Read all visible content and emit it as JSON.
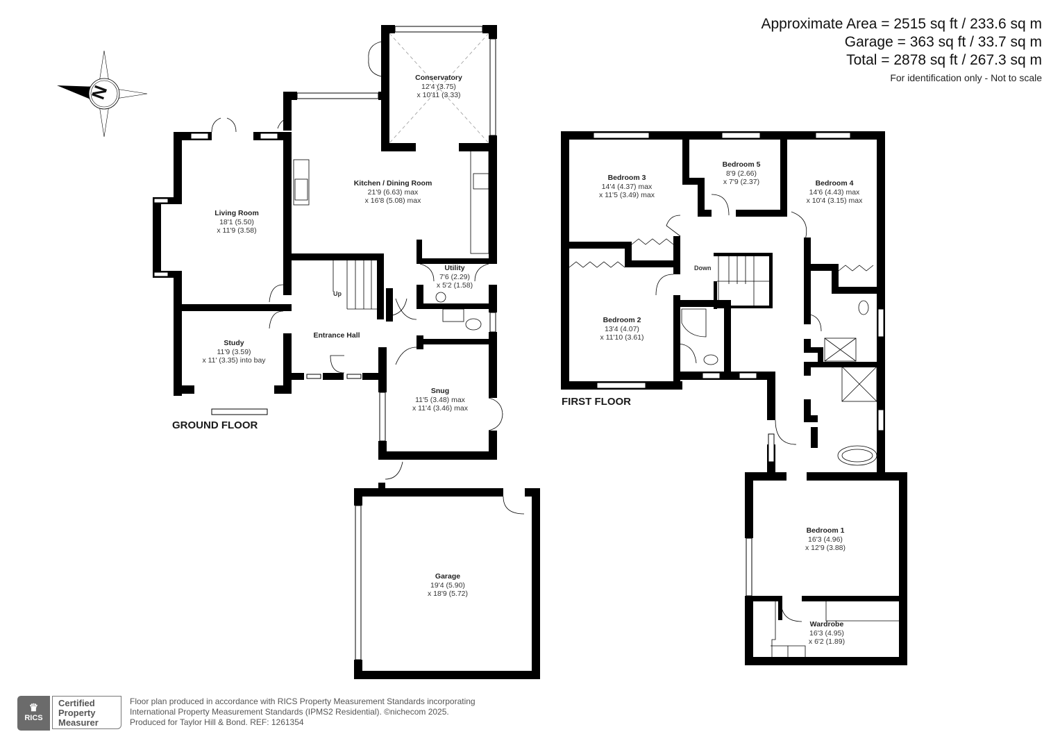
{
  "summary": {
    "approx_area": "Approximate Area = 2515 sq ft / 233.6 sq m",
    "garage_area": "Garage = 363 sq ft / 33.7 sq m",
    "total_area": "Total = 2878 sq ft / 267.3 sq m",
    "note": "For identification only - Not to scale"
  },
  "compass": {
    "icon": "compass-north-icon",
    "letter": "N"
  },
  "ground_floor": {
    "title": "GROUND FLOOR",
    "rooms": [
      {
        "name": "Conservatory",
        "dim1": "12'4 (3.75)",
        "dim2": "x 10'11 (3.33)"
      },
      {
        "name": "Kitchen / Dining Room",
        "dim1": "21'9 (6.63) max",
        "dim2": "x 16'8 (5.08) max"
      },
      {
        "name": "Living Room",
        "dim1": "18'1 (5.50)",
        "dim2": "x 11'9 (3.58)"
      },
      {
        "name": "Utility",
        "dim1": "7'6 (2.29)",
        "dim2": "x 5'2 (1.58)"
      },
      {
        "name": "Entrance Hall",
        "dim1": "",
        "dim2": ""
      },
      {
        "name": "Study",
        "dim1": "11'9 (3.59)",
        "dim2": "x 11' (3.35) into bay"
      },
      {
        "name": "Snug",
        "dim1": "11'5 (3.48) max",
        "dim2": "x 11'4 (3.46) max"
      },
      {
        "name": "Garage",
        "dim1": "19'4 (5.90)",
        "dim2": "x 18'9 (5.72)"
      }
    ],
    "stairs_label": "Up"
  },
  "first_floor": {
    "title": "FIRST FLOOR",
    "rooms": [
      {
        "name": "Bedroom 3",
        "dim1": "14'4 (4.37) max",
        "dim2": "x 11'5 (3.49) max"
      },
      {
        "name": "Bedroom 5",
        "dim1": "8'9 (2.66)",
        "dim2": "x 7'9 (2.37)"
      },
      {
        "name": "Bedroom 4",
        "dim1": "14'6 (4.43) max",
        "dim2": "x 10'4 (3.15) max"
      },
      {
        "name": "Bedroom 2",
        "dim1": "13'4 (4.07)",
        "dim2": "x 11'10 (3.61)"
      },
      {
        "name": "Bedroom 1",
        "dim1": "16'3 (4.96)",
        "dim2": "x 12'9 (3.88)"
      },
      {
        "name": "Wardrobe",
        "dim1": "16'3 (4.95)",
        "dim2": "x 6'2 (1.89)"
      }
    ],
    "stairs_label": "Down"
  },
  "footer": {
    "rics_label": "RICS",
    "badge_line1": "Certified",
    "badge_line2": "Property",
    "badge_line3": "Measurer",
    "line1": "Floor plan produced in accordance with RICS Property Measurement Standards incorporating",
    "line2": "International Property Measurement Standards (IPMS2 Residential).   ©nichecom 2025.",
    "line3": "Produced for Taylor Hill & Bond.   REF: 1261354"
  },
  "colors": {
    "wall": "#000000",
    "text": "#222222",
    "badge_grey": "#6b6b6b"
  }
}
